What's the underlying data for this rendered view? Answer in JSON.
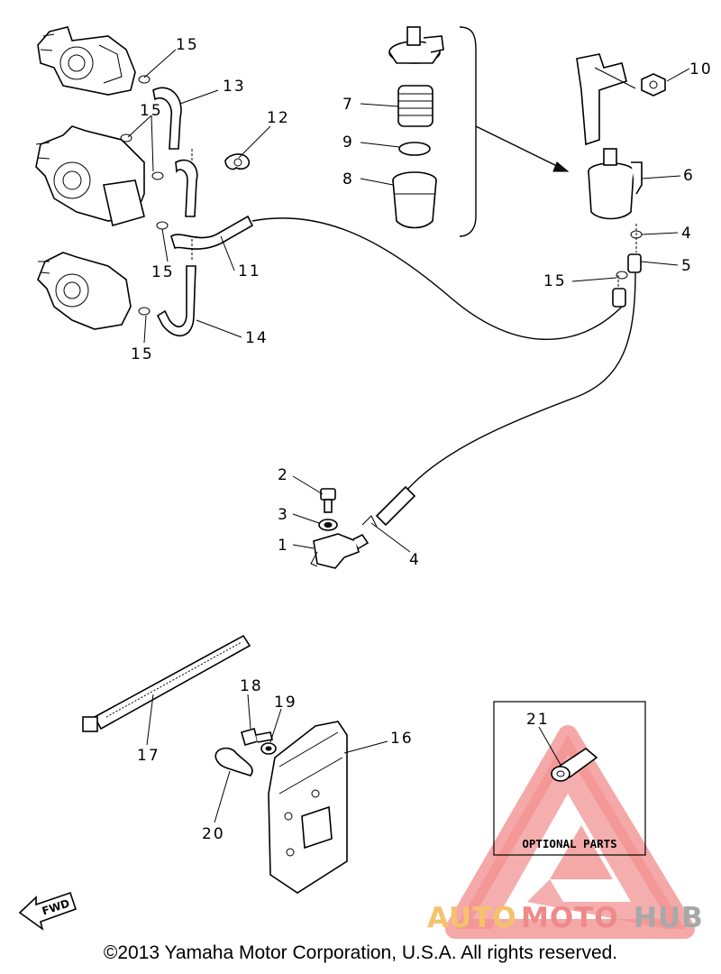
{
  "diagram": {
    "part_labels": {
      "p1": "1",
      "p2": "2",
      "p3": "3",
      "p4a": "4",
      "p4b": "4",
      "p5": "5",
      "p6": "6",
      "p7": "7",
      "p8": "8",
      "p9": "9",
      "p10": "10",
      "p11": "11",
      "p12": "12",
      "p13": "13",
      "p14": "14",
      "p15a": "15",
      "p15b": "15",
      "p15c": "15",
      "p15d": "15",
      "p15e": "15",
      "p16": "16",
      "p17": "17",
      "p18": "18",
      "p19": "19",
      "p20": "20",
      "p21": "21"
    },
    "optional_box_label": "OPTIONAL PARTS",
    "fwd_label": "FWD"
  },
  "watermark": {
    "part1": "AUTO",
    "part2": "MOTO",
    "part3": "HUB",
    "colors": {
      "auto": "#f5c26b",
      "moto": "#ef8a8a",
      "hub": "#a8a8a8",
      "triangle": "#f08080"
    }
  },
  "footer": {
    "copyright": "©2013 Yamaha Motor Corporation, U.S.A. All rights reserved."
  }
}
